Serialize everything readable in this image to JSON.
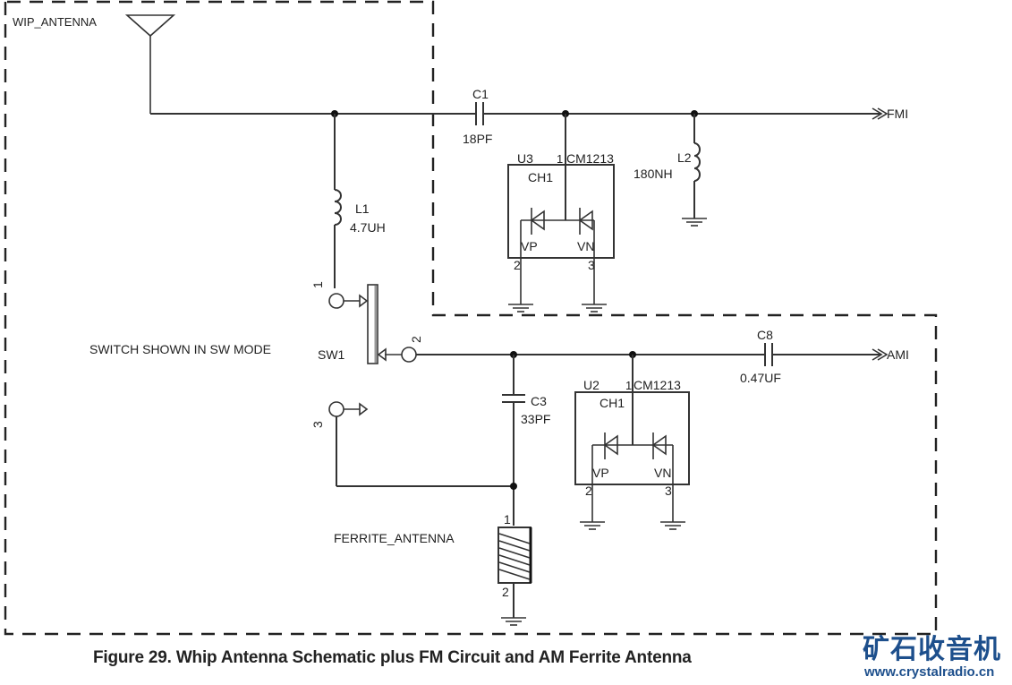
{
  "figure": {
    "caption": "Figure 29. Whip Antenna Schematic plus FM Circuit and AM Ferrite Antenna",
    "watermark_cn": "矿石收音机",
    "watermark_url": "www.crystalradio.cn",
    "watermark_color": "#1d4f8c"
  },
  "components": {
    "whip_antenna": {
      "label": "WIP_ANTENNA"
    },
    "c1": {
      "ref": "C1",
      "value": "18PF"
    },
    "l1": {
      "ref": "L1",
      "value": "4.7UH"
    },
    "l2": {
      "ref": "L2",
      "value": "180NH"
    },
    "u3": {
      "ref": "U3",
      "part": "CM1213",
      "pin1": "1",
      "ch": "CH1",
      "vp": "VP",
      "vn": "VN",
      "pin2": "2",
      "pin3": "3"
    },
    "u2": {
      "ref": "U2",
      "part": "CM1213",
      "pin1": "1",
      "ch": "CH1",
      "vp": "VP",
      "vn": "VN",
      "pin2": "2",
      "pin3": "3"
    },
    "sw1": {
      "ref": "SW1",
      "pin1": "1",
      "pin2": "2",
      "pin3": "3",
      "note": "SWITCH SHOWN IN SW MODE"
    },
    "c8": {
      "ref": "C8",
      "value": "0.47UF"
    },
    "c3": {
      "ref": "C3",
      "value": "33PF"
    },
    "ferrite": {
      "label": "FERRITE_ANTENNA",
      "pin1": "1",
      "pin2": "2"
    }
  },
  "nets": {
    "fm_out": "FMI",
    "am_out": "AMI"
  }
}
